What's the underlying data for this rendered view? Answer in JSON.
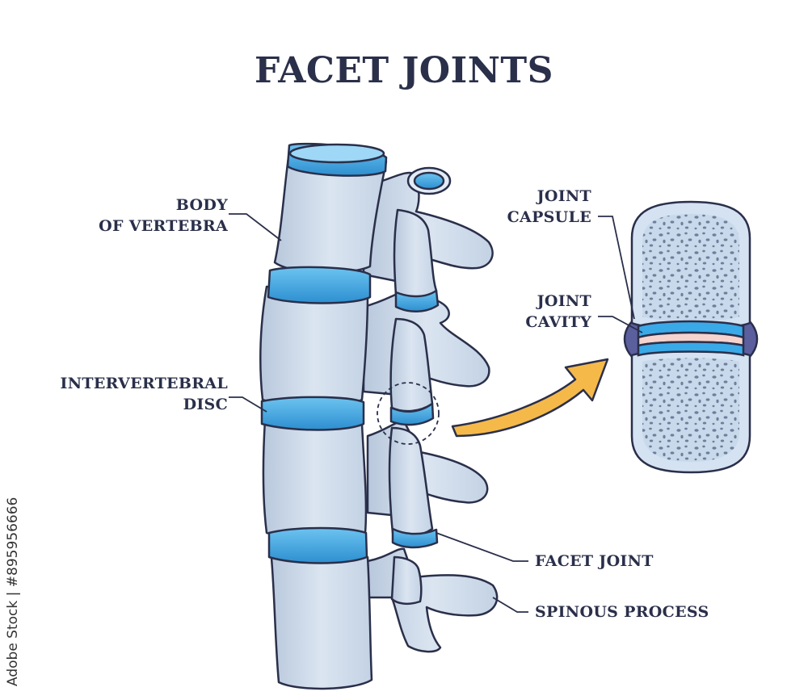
{
  "title": "FACET JOINTS",
  "labels": {
    "body_of_vertebra": [
      "BODY",
      "OF VERTEBRA"
    ],
    "intervertebral_disc": [
      "INTERVERTEBRAL",
      "DISC"
    ],
    "joint_capsule": [
      "JOINT",
      "CAPSULE"
    ],
    "joint_cavity": [
      "JOINT",
      "CAVITY"
    ],
    "facet_joint": "FACET JOINT",
    "spinous_process": "SPINOUS PROCESS"
  },
  "watermark": "Adobe Stock | #895956666",
  "colors": {
    "ink": "#2a2f4a",
    "bone": "#c9d6e6",
    "bone_light": "#e3ebf5",
    "disc": "#3aa9e8",
    "arrow": "#f5b94a",
    "capsule": "#5b5f9e",
    "cavity": "#f5d3cf"
  }
}
